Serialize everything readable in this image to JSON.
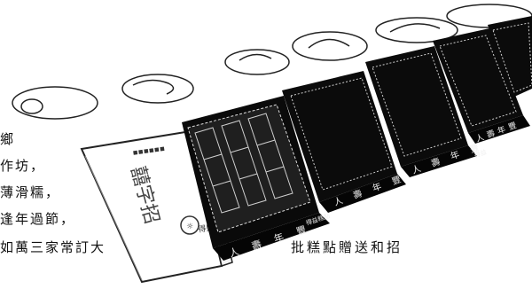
{
  "article_lines": [
    "鄉",
    "作坊，",
    "薄滑糯，",
    "逢年過節，",
    "如萬三家常訂大"
  ],
  "caption": "批糕點贈送和招",
  "box_label": "人壽年豐",
  "box_side_label": "得益糕點"
}
